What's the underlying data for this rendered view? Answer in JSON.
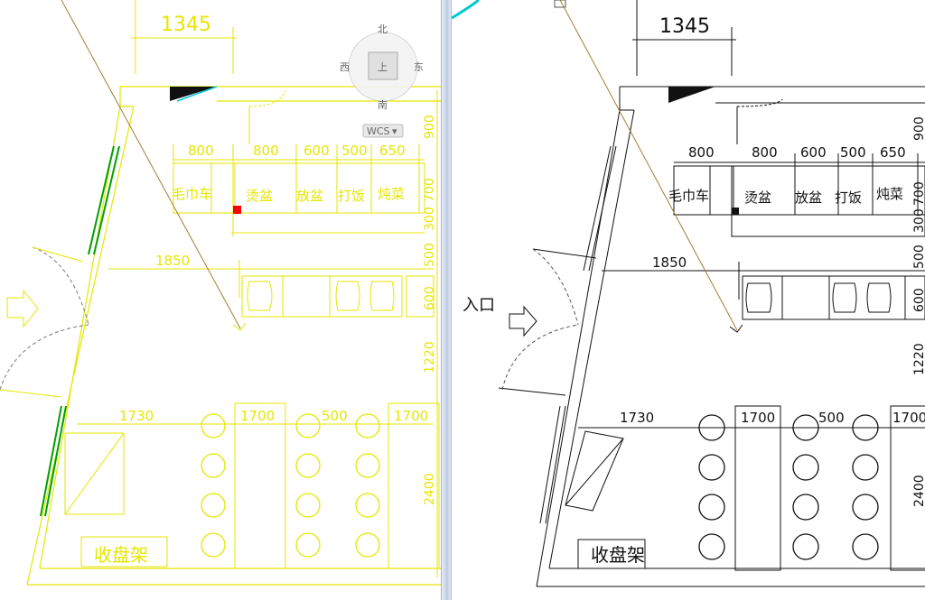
{
  "colors": {
    "left_background": "#ffffff",
    "right_background": "#ffffff",
    "left_line": "#e6e600",
    "right_line": "#111111",
    "window_green": "#00a000",
    "grip_red": "#ff0000",
    "diagonal_brown": "#a08030",
    "cyan_accent": "#00c8d0"
  },
  "viewcube": {
    "north": "北",
    "south": "南",
    "east": "东",
    "west": "西",
    "face": "上",
    "wcs_label": "WCS",
    "wcs_arrow": "▾"
  },
  "dimensions": {
    "top_width": "1345",
    "row1": [
      "800",
      "800",
      "600",
      "500",
      "650"
    ],
    "right_vertical": [
      "900",
      "700",
      "300",
      "500",
      "600",
      "1220",
      "2400"
    ],
    "right_pane_vertical": [
      "900",
      "700",
      "300",
      "500",
      "600",
      "1220",
      "2400"
    ],
    "row2_width": "1850",
    "row3": [
      "1730",
      "1700",
      "500",
      "1700"
    ]
  },
  "counter_labels": [
    "毛巾车",
    "烫盆",
    "放盆",
    "打饭",
    "炖菜"
  ],
  "entrance_label": "入口",
  "tray_rack_label": "收盘架"
}
